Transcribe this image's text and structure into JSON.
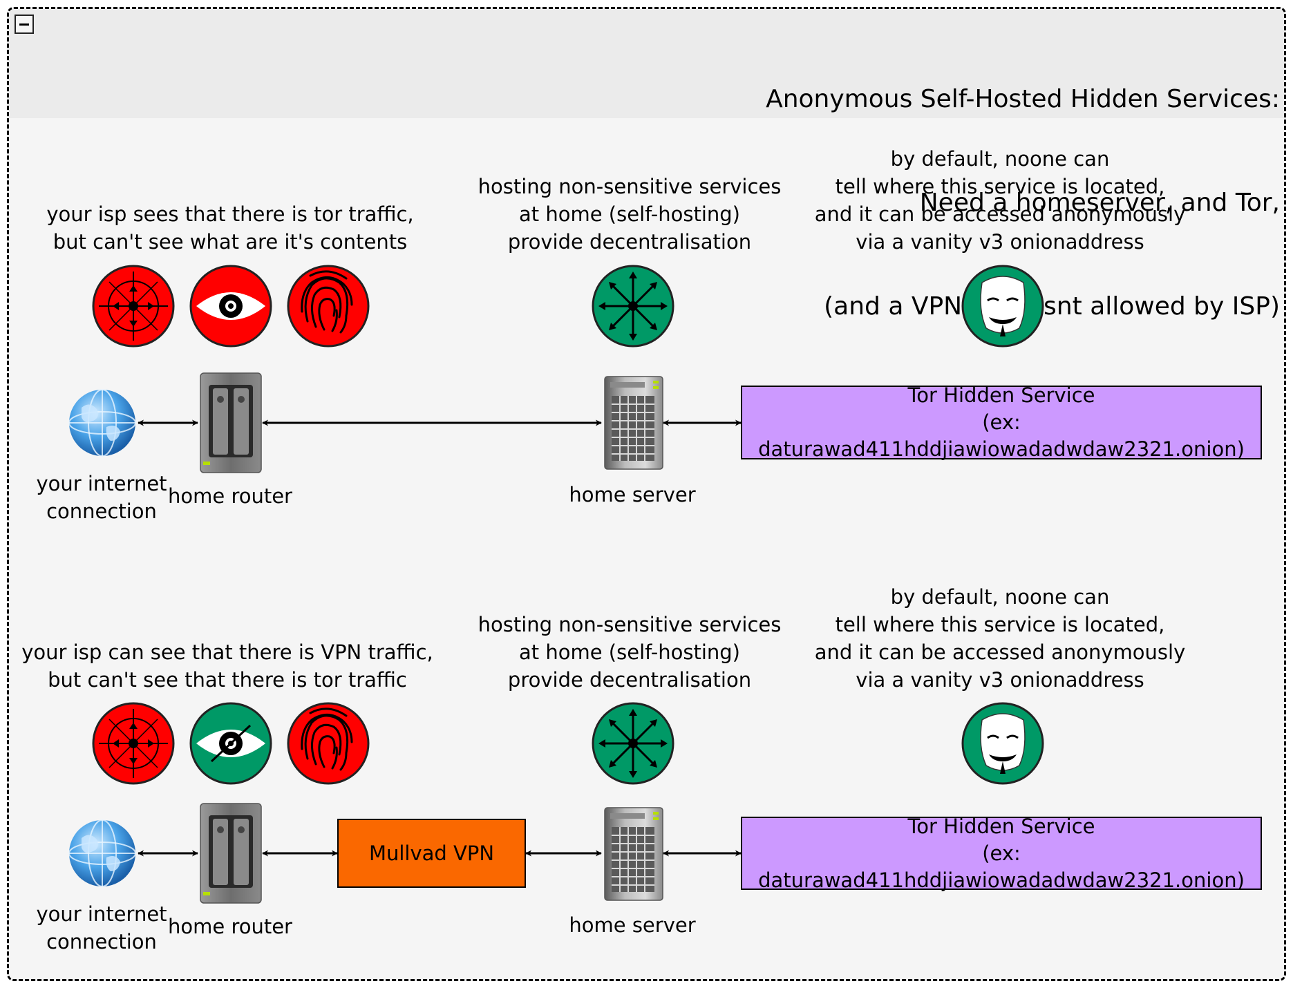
{
  "group": {
    "collapse_symbol": "−",
    "title_lines": [
      "Anonymous Self-Hosted Hidden Services:",
      "Need a homeserver, and Tor,",
      "(and a VPN if tor isnt allowed by ISP)"
    ]
  },
  "rows": [
    {
      "isp_note": [
        "your isp sees that there is tor traffic,",
        "but can't see what are it's contents"
      ],
      "server_note": [
        "hosting non-sensitive services",
        "at home (self-hosting)",
        "provide decentralisation"
      ],
      "service_note": [
        "by default, noone can",
        "tell where this service is located,",
        "and it can be accessed anonymously",
        "via a vanity v3 onionaddress"
      ],
      "internet_label": [
        "your internet",
        "connection"
      ],
      "router_label": "home router",
      "server_label": "home server",
      "vpn_label": null,
      "hidden_service": [
        "Tor Hidden Service",
        "(ex: daturawad411hddjiawiowadadwdaw2321.onion)"
      ],
      "icons": [
        "target-icon",
        "eye-icon",
        "fingerprint-icon",
        "network-hub-icon",
        "anonymous-mask-icon"
      ],
      "eye_status": "visible"
    },
    {
      "isp_note": [
        "your isp can see that there is VPN traffic,",
        "but can't see that there is tor traffic"
      ],
      "server_note": [
        "hosting non-sensitive services",
        "at home (self-hosting)",
        "provide decentralisation"
      ],
      "service_note": [
        "by default, noone can",
        "tell where this service is located,",
        "and it can be accessed anonymously",
        "via a vanity v3 onionaddress"
      ],
      "internet_label": [
        "your internet",
        "connection"
      ],
      "router_label": "home router",
      "server_label": "home server",
      "vpn_label": "Mullvad VPN",
      "hidden_service": [
        "Tor Hidden Service",
        "(ex: daturawad411hddjiawiowadadwdaw2321.onion)"
      ],
      "icons": [
        "target-icon",
        "eye-slashed-icon",
        "fingerprint-icon",
        "network-hub-icon",
        "anonymous-mask-icon"
      ],
      "eye_status": "hidden"
    }
  ],
  "colors": {
    "danger": "#ff0000",
    "safe": "#009966",
    "hidden_service_fill": "#cc99ff",
    "vpn_fill": "#fa6800"
  }
}
